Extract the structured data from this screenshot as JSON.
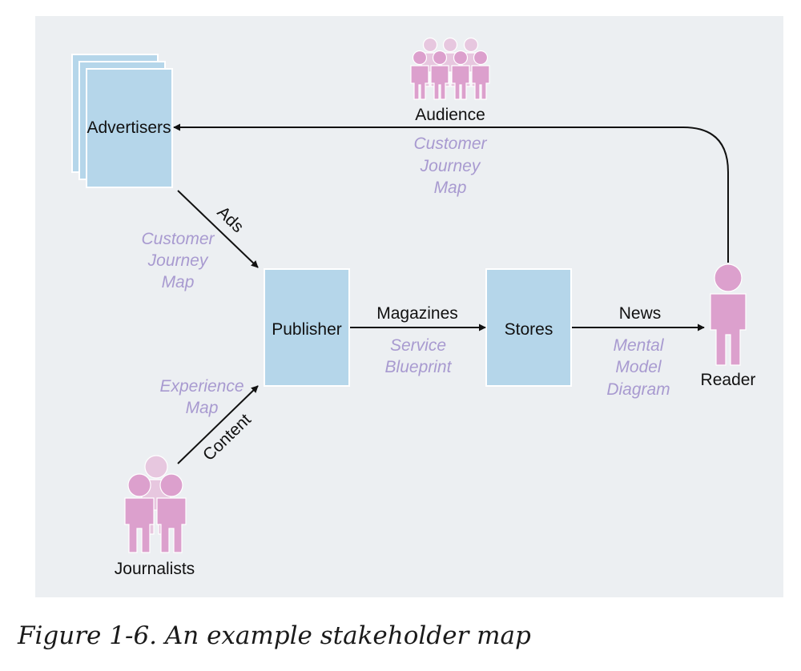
{
  "nodes": {
    "advertisers": "Advertisers",
    "audience": "Audience",
    "publisher": "Publisher",
    "stores": "Stores",
    "reader": "Reader",
    "journalists": "Journalists"
  },
  "edges": {
    "ads": "Ads",
    "content": "Content",
    "magazines": "Magazines",
    "news": "News"
  },
  "maps": {
    "top": [
      "Customer",
      "Journey",
      "Map"
    ],
    "left": [
      "Customer",
      "Journey",
      "Map"
    ],
    "experience": [
      "Experience",
      "Map"
    ],
    "service": [
      "Service",
      "Blueprint"
    ],
    "mental": [
      "Mental",
      "Model",
      "Diagram"
    ]
  },
  "caption": "Figure 1-6. An example stakeholder map",
  "colors": {
    "panel": "#eceff2",
    "box": "#b5d6ea",
    "person": "#dca0cd",
    "map_text": "#a89ad0"
  }
}
